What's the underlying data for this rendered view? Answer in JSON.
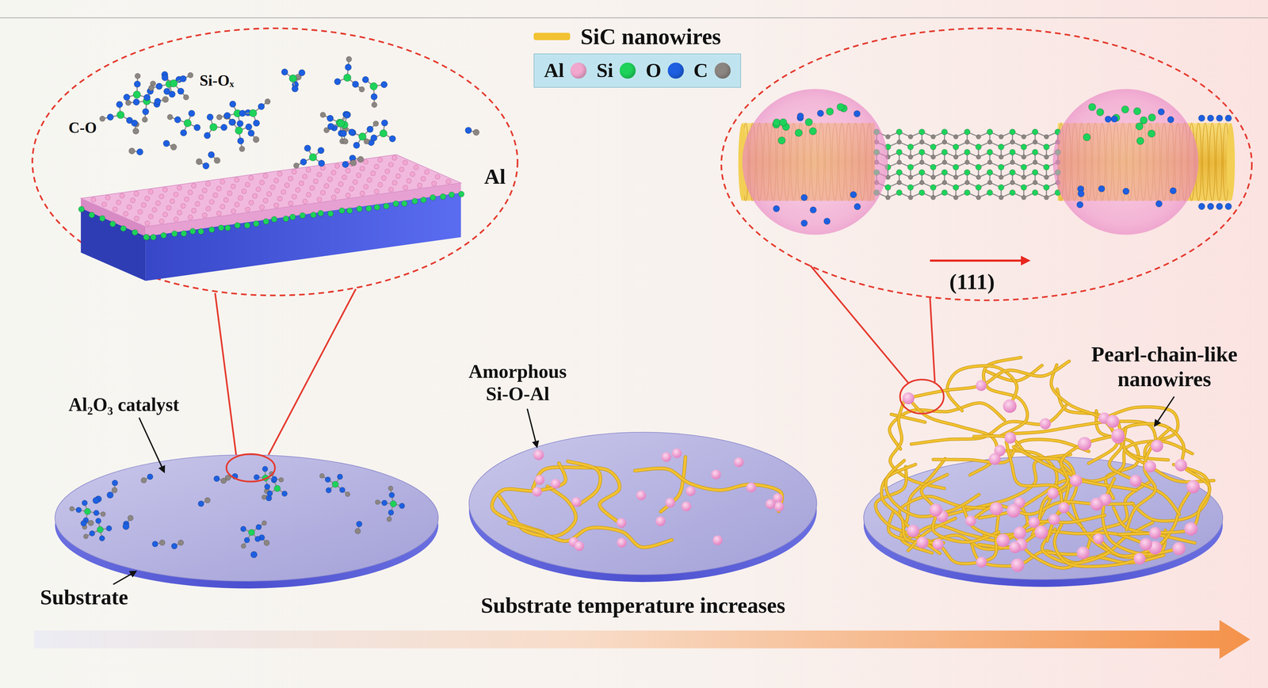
{
  "diagram": {
    "labels": [
      "Si-Oₓ",
      "C-O",
      "Al",
      "(111)",
      "Pearl-chain-like nanowires",
      "Amorphous Si-O-Al",
      "Al₂O₃ catalyst",
      "Substrate",
      "Substrate temperature increases"
    ],
    "legend": [
      {
        "text": "SiC nanowires"
      },
      {
        "text": "Al",
        "color": "#f2a7cf"
      },
      {
        "text": "Si",
        "color": "#1ed25a"
      },
      {
        "text": "O",
        "color": "#1d5fe0"
      },
      {
        "text": "C",
        "color": "#8c8682"
      }
    ]
  }
}
